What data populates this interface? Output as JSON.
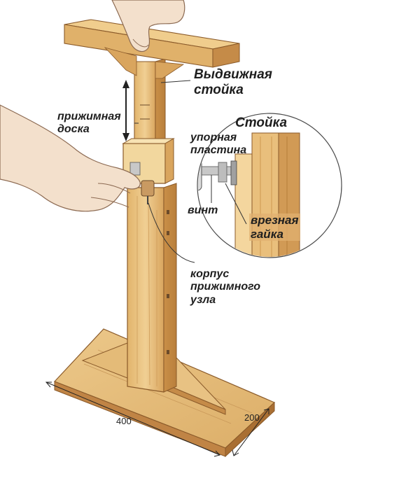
{
  "labels": {
    "sliding_post": [
      "Выдвижная",
      "стойка"
    ],
    "pressure_board": [
      "прижимная",
      "доска"
    ],
    "post": "Стойка",
    "thrust_plate": [
      "упорная",
      "пластина"
    ],
    "screw": "винт",
    "insert_nut": [
      "врезная",
      "гайка"
    ],
    "clamp_body": [
      "корпус",
      "прижимного",
      "узла"
    ]
  },
  "dimensions": {
    "length": "400",
    "width": "200"
  },
  "colors": {
    "wood_light": "#e9c27e",
    "wood_mid": "#d9a45c",
    "wood_dark": "#b97f3c",
    "skin": "#f1dcc6",
    "line": "#3a2a1a"
  }
}
